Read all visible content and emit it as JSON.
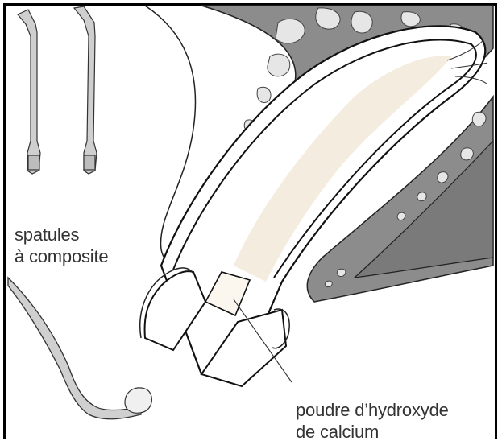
{
  "labels": {
    "spatules": [
      "spatules",
      "à composite"
    ],
    "poudre": [
      "poudre d’hydroxyde",
      "de calcium"
    ]
  },
  "colors": {
    "bone": "#8c8c8c",
    "bone_light": "#a8a8a8",
    "dark_bone": "#7a7a7a",
    "pulp": "#f5ece0",
    "outline": "#222222"
  }
}
